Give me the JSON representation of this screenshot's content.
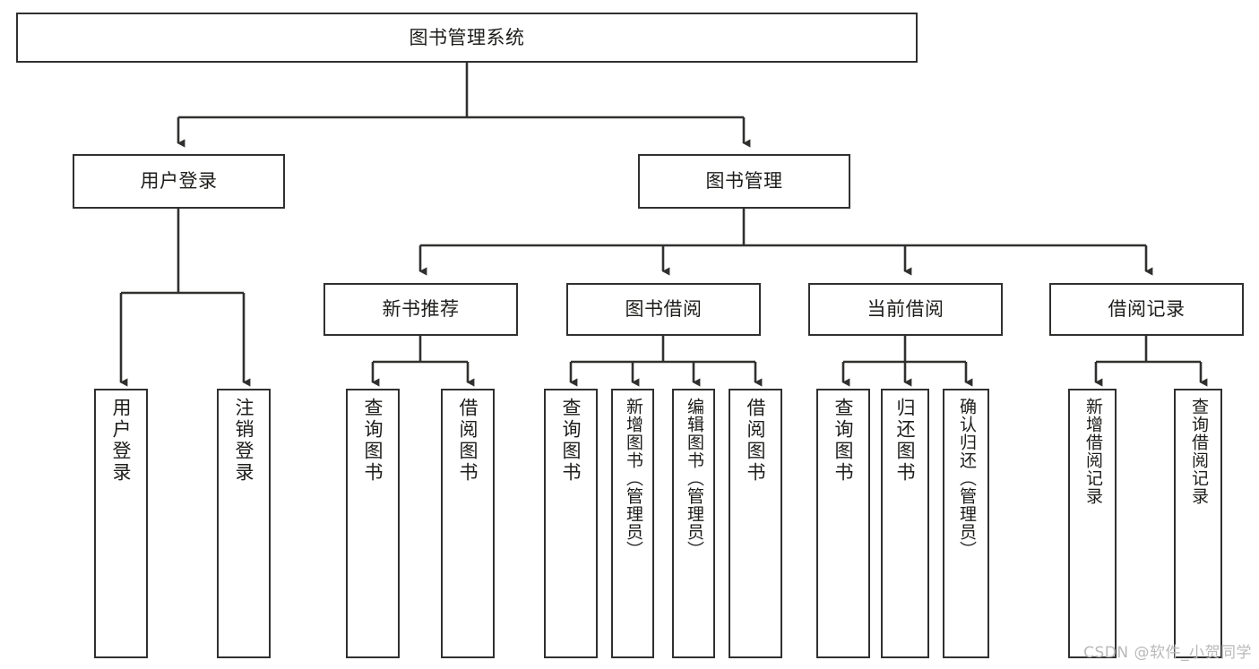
{
  "diagram": {
    "type": "tree",
    "title": "图书管理系统",
    "orientation": "top-down",
    "colors": {
      "background": "#ffffff",
      "node_border": "#30302f",
      "node_fill": "#ffffff",
      "edge": "#30302f",
      "text": "#1d1d1b",
      "watermark": "#b9b9b9"
    },
    "nodes": {
      "root": {
        "label": "图书管理系统"
      },
      "level1": [
        {
          "id": "user_login",
          "label": "用户登录"
        },
        {
          "id": "book_manage",
          "label": "图书管理"
        }
      ],
      "level2": [
        {
          "id": "new_book_rec",
          "label": "新书推荐",
          "parent": "book_manage"
        },
        {
          "id": "book_borrow",
          "label": "图书借阅",
          "parent": "book_manage"
        },
        {
          "id": "current_borrow",
          "label": "当前借阅",
          "parent": "book_manage"
        },
        {
          "id": "borrow_record",
          "label": "借阅记录",
          "parent": "book_manage"
        }
      ],
      "leaves": [
        {
          "id": "leaf_user_login",
          "label": "用户登录",
          "parent": "user_login"
        },
        {
          "id": "leaf_logout",
          "label": "注销登录",
          "parent": "user_login"
        },
        {
          "id": "leaf_query_book_1",
          "label": "查询图书",
          "parent": "new_book_rec"
        },
        {
          "id": "leaf_borrow_book_1",
          "label": "借阅图书",
          "parent": "new_book_rec"
        },
        {
          "id": "leaf_query_book_2",
          "label": "查询图书",
          "parent": "book_borrow"
        },
        {
          "id": "leaf_add_book",
          "label": "新增图书（管理员）",
          "parent": "book_borrow"
        },
        {
          "id": "leaf_edit_book",
          "label": "编辑图书（管理员）",
          "parent": "book_borrow"
        },
        {
          "id": "leaf_borrow_book_2",
          "label": "借阅图书",
          "parent": "book_borrow"
        },
        {
          "id": "leaf_query_book_3",
          "label": "查询图书",
          "parent": "current_borrow"
        },
        {
          "id": "leaf_return_book",
          "label": "归还图书",
          "parent": "current_borrow"
        },
        {
          "id": "leaf_confirm_return",
          "label": "确认归还（管理员）",
          "parent": "current_borrow"
        },
        {
          "id": "leaf_add_record",
          "label": "新增借阅记录",
          "parent": "borrow_record"
        },
        {
          "id": "leaf_query_record",
          "label": "查询借阅记录",
          "parent": "borrow_record"
        }
      ]
    },
    "watermark": "CSDN @软件_小贺同学"
  }
}
